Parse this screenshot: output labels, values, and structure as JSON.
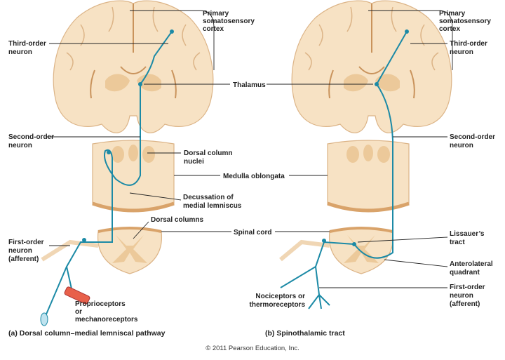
{
  "panel_a": {
    "labels": {
      "cortex": [
        "Primary",
        "somatosensory",
        "cortex"
      ],
      "third_order": [
        "Third-order",
        "neuron"
      ],
      "second_order": [
        "Second-order",
        "neuron"
      ],
      "dorsal_column_nuclei": [
        "Dorsal column",
        "nuclei"
      ],
      "decussation": [
        "Decussation of",
        "medial lemniscus"
      ],
      "dorsal_columns": "Dorsal columns",
      "first_order": [
        "First-order",
        "neuron",
        "(afferent)"
      ],
      "receptors": [
        "Proprioceptors",
        "or",
        "mechanoreceptors"
      ]
    },
    "caption": "(a)  Dorsal column–medial lemniscal pathway"
  },
  "shared_labels": {
    "thalamus": "Thalamus",
    "medulla": "Medulla oblongata",
    "spinal_cord": "Spinal cord"
  },
  "panel_b": {
    "labels": {
      "cortex": [
        "Primary",
        "somatosensory",
        "cortex"
      ],
      "third_order": [
        "Third-order",
        "neuron"
      ],
      "second_order": [
        "Second-order",
        "neuron"
      ],
      "lissauer": [
        "Lissauer’s",
        "tract"
      ],
      "anterolateral": [
        "Anterolateral",
        "quadrant"
      ],
      "first_order": [
        "First-order",
        "neuron",
        "(afferent)"
      ],
      "receptors": [
        "Nociceptors or",
        "thermoreceptors"
      ]
    },
    "caption": "(b)  Spinothalamic tract"
  },
  "copyright": "© 2011 Pearson Education, Inc.",
  "colors": {
    "neuron": "#1c8aa6",
    "tissue": "#f7e2c4",
    "gray_matter": "#ecc99a"
  }
}
